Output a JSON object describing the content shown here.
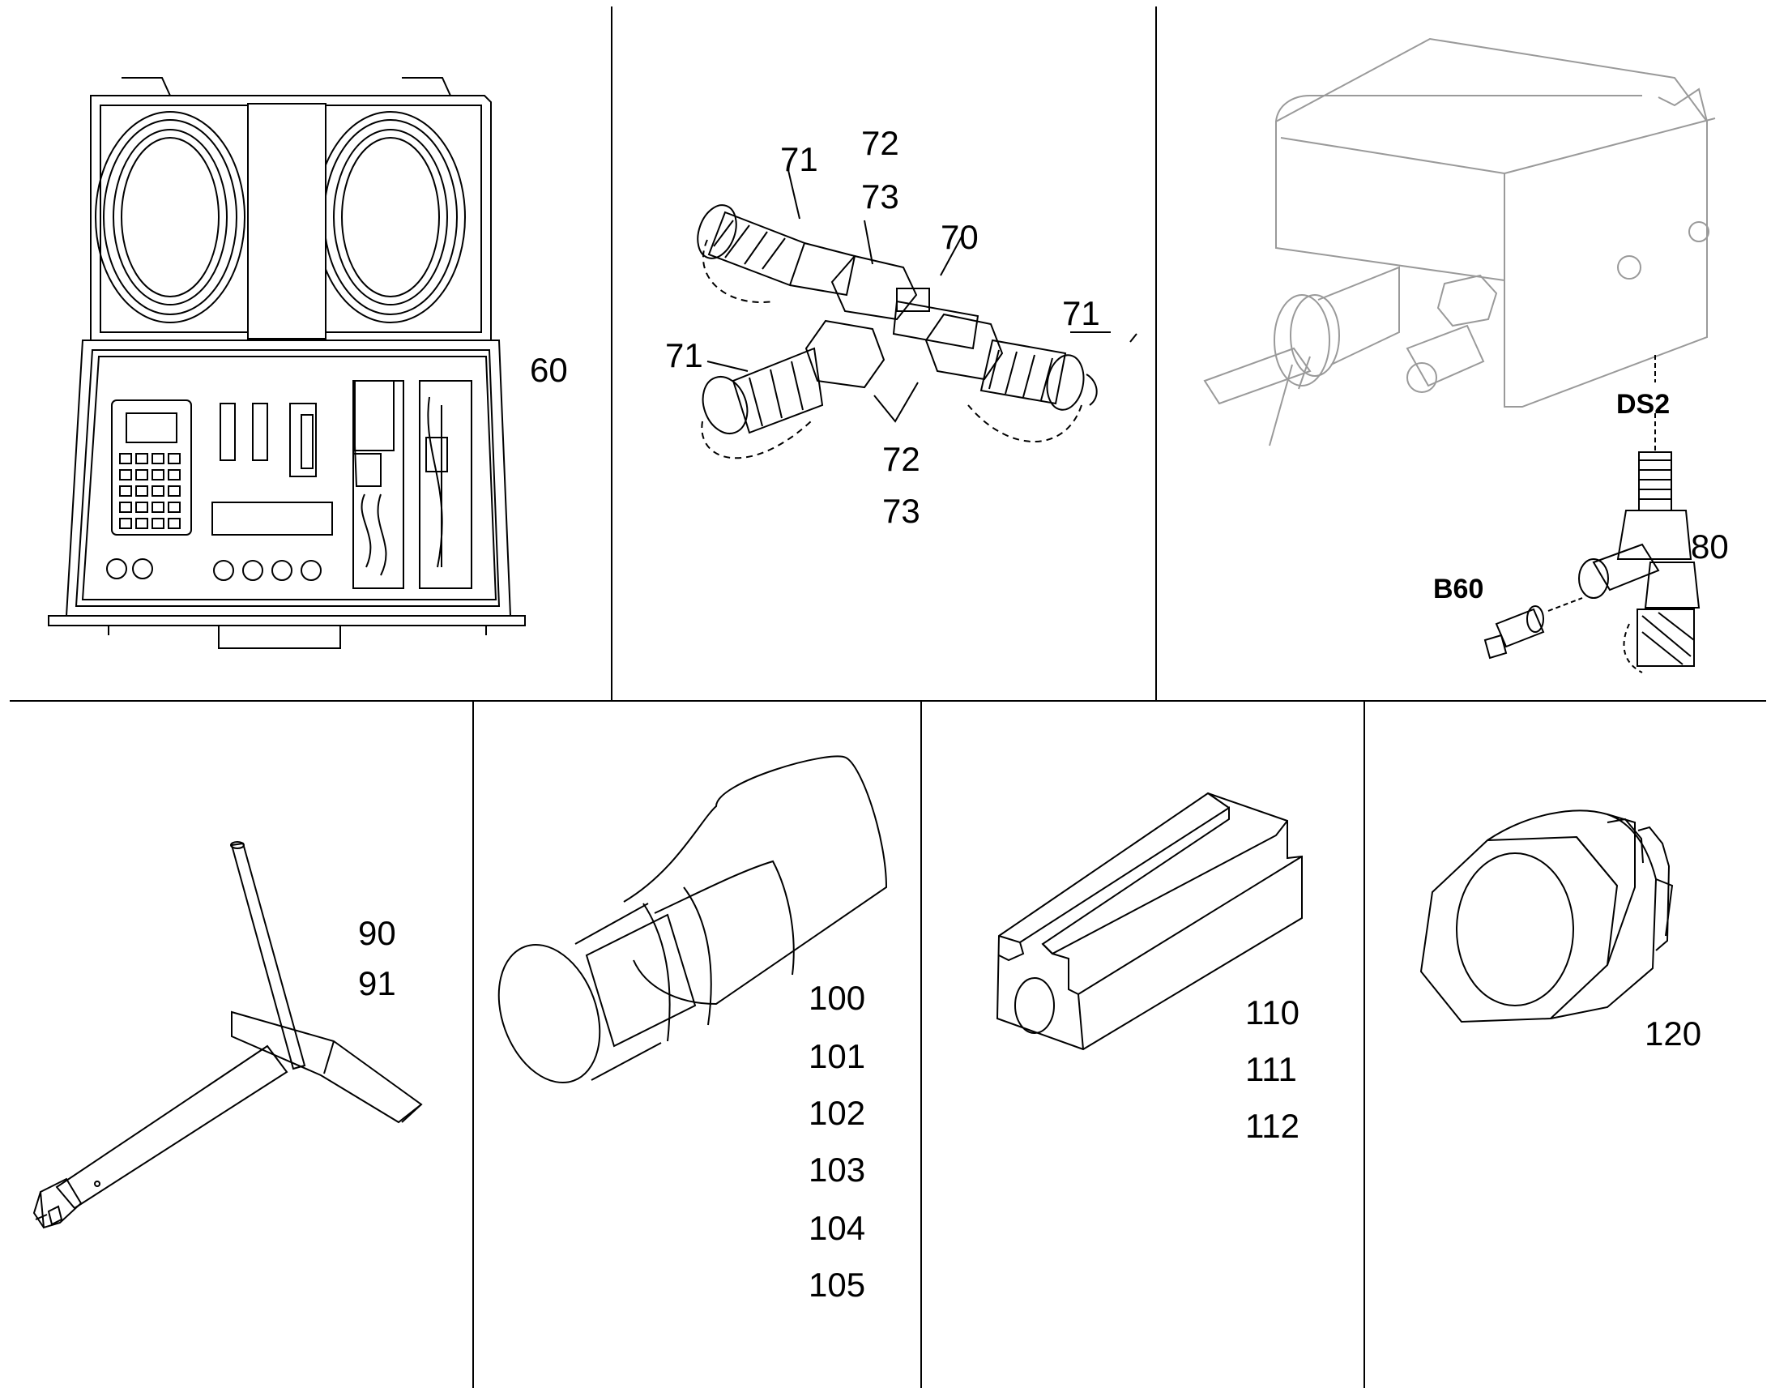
{
  "panels": {
    "case_kit": {
      "labels": [
        "60"
      ]
    },
    "t_adapter": {
      "labels": [
        "71",
        "72",
        "73",
        "70",
        "71",
        "71",
        "72",
        "73"
      ]
    },
    "pressure_block": {
      "labels": [
        "DS2",
        "80",
        "B60"
      ]
    },
    "t_wrench": {
      "labels": [
        "90",
        "91"
      ]
    },
    "sleeve_tool": {
      "labels": [
        "100",
        "101",
        "102",
        "103",
        "104",
        "105"
      ]
    },
    "v_block": {
      "labels": [
        "110",
        "111",
        "112"
      ]
    },
    "socket_nut": {
      "labels": [
        "120"
      ]
    }
  },
  "colors": {
    "line": "#000000",
    "faded_line": "#9a9a9a",
    "background": "#ffffff"
  }
}
